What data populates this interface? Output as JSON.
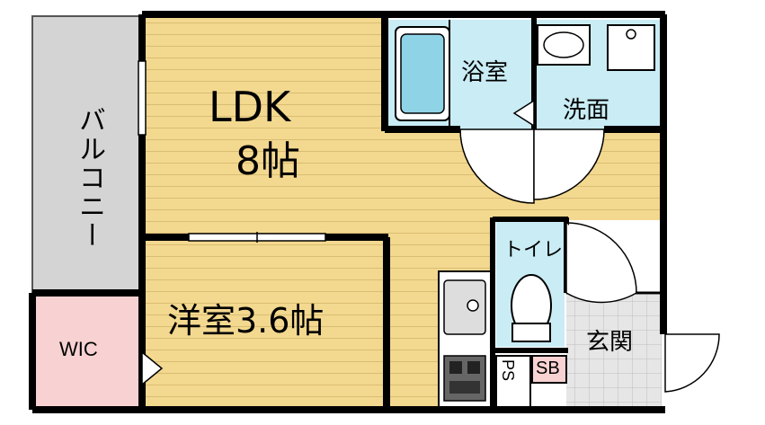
{
  "rooms": {
    "ldk_name": "LDK",
    "ldk_size": "8帖",
    "western_room": "洋室3.6帖",
    "bathroom": "浴室",
    "washroom": "洗面",
    "toilet": "トイレ",
    "entrance": "玄関",
    "wic": "WIC",
    "balcony": "バルコニー",
    "ps": "PS",
    "sb": "SB"
  },
  "colors": {
    "flooring": "#f3d88f",
    "bath_tile": "#c9ecf5",
    "wic": "#f8d2d2",
    "balcony": "#d4d4d4",
    "entrance_tile": "#e4e4e4",
    "wall": "#000000"
  }
}
